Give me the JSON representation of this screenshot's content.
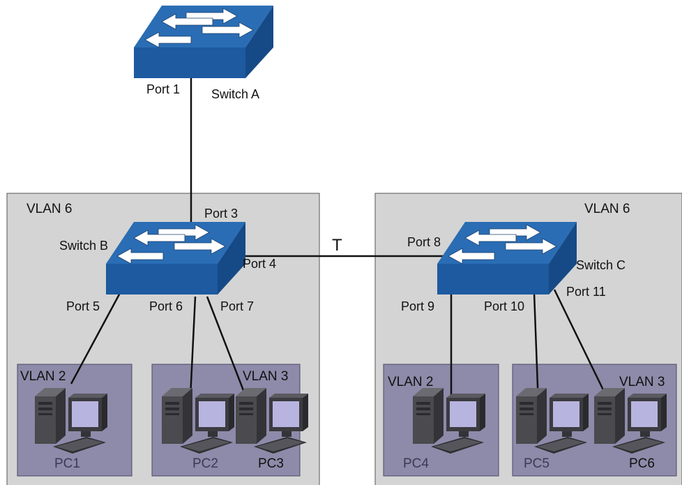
{
  "colors": {
    "vlan6_box": "#d4d4d4",
    "vlan_group": "#8e8aa9",
    "switch_top": "#2a6db4",
    "switch_front": "#1d5a9f",
    "switch_side": "#164a86",
    "pc_body": "#4a4a4f",
    "pc_screen": "#b8b4e0",
    "text": "#111111",
    "pc_label_dim": "#3a3a55"
  },
  "switches": {
    "a": {
      "name": "Switch A",
      "icon": "switch-icon"
    },
    "b": {
      "name": "Switch B",
      "icon": "switch-icon"
    },
    "c": {
      "name": "Switch C",
      "icon": "switch-icon"
    }
  },
  "ports": {
    "p1": "Port 1",
    "p3": "Port 3",
    "p4": "Port 4",
    "p5": "Port 5",
    "p6": "Port 6",
    "p7": "Port 7",
    "p8": "Port 8",
    "p9": "Port 9",
    "p10": "Port 10",
    "p11": "Port 11"
  },
  "trunk_label": "T",
  "vlans": {
    "left_outer": "VLAN 6",
    "right_outer": "VLAN 6",
    "left_g1": "VLAN 2",
    "left_g2": "VLAN 3",
    "right_g1": "VLAN 2",
    "right_g2": "VLAN 3"
  },
  "pcs": {
    "pc1": "PC1",
    "pc2": "PC2",
    "pc3": "PC3",
    "pc4": "PC4",
    "pc5": "PC5",
    "pc6": "PC6"
  }
}
